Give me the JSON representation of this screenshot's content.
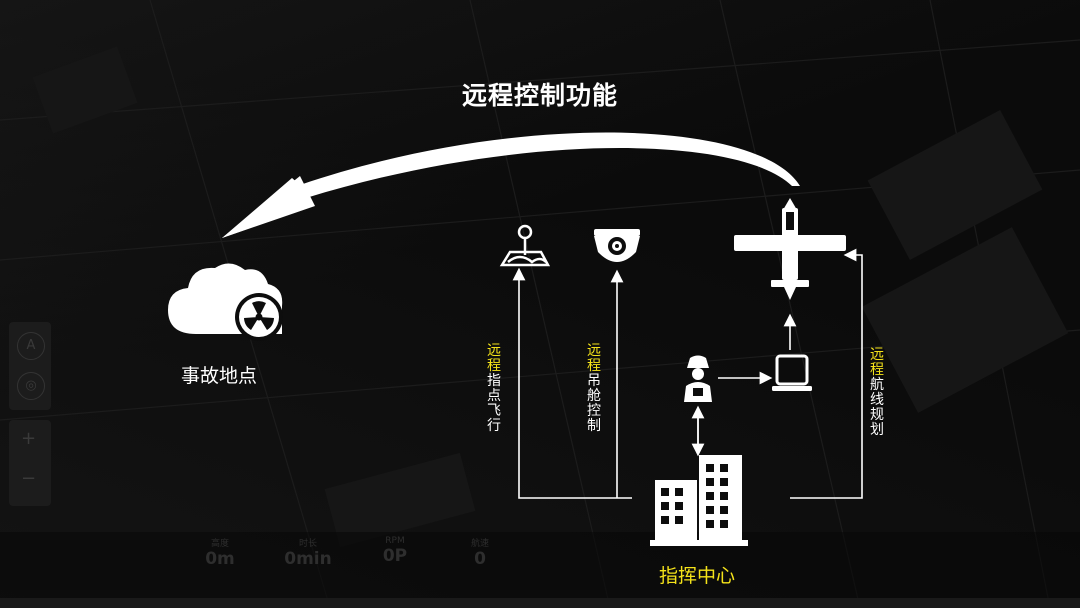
{
  "title": "远程控制功能",
  "accident_site_label": "事故地点",
  "command_center_label": "指挥中心",
  "functions": [
    {
      "prefix": "远程",
      "suffix": "指点飞行",
      "icon": "map-pin-icon"
    },
    {
      "prefix": "远程",
      "suffix": "吊舱控制",
      "icon": "camera-pod-icon"
    },
    {
      "prefix": "远程",
      "suffix": "航线规划",
      "icon": "route-icon"
    }
  ],
  "colors": {
    "highlight": "#f5e31a",
    "line": "#ffffff",
    "background": "#0d0d0d"
  },
  "status_bar": {
    "items": [
      {
        "label": "高度",
        "value": "0m"
      },
      {
        "label": "时长",
        "value": "0min"
      },
      {
        "label": "RPM",
        "value": "0P"
      },
      {
        "label": "航速",
        "value": "0"
      }
    ]
  },
  "icons": [
    "cloud-radiation-icon",
    "drone-icon",
    "laptop-icon",
    "officer-icon",
    "building-icon",
    "sweep-arrow-icon"
  ]
}
